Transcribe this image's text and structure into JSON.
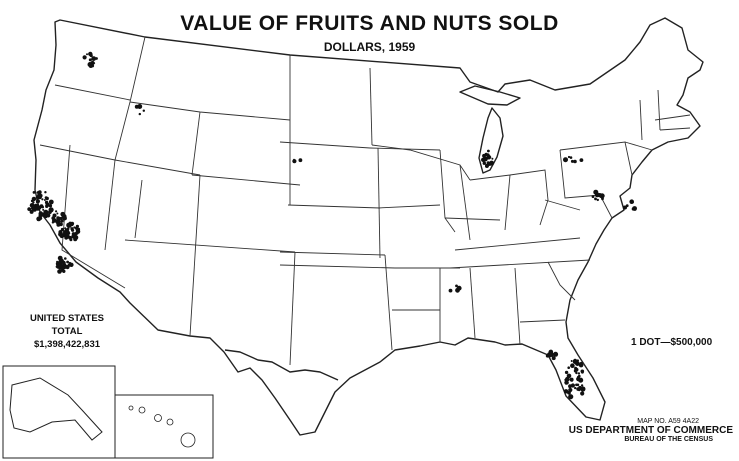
{
  "map": {
    "title": "VALUE OF FRUITS AND NUTS SOLD",
    "subtitle": "DOLLARS, 1959",
    "total": {
      "line1": "UNITED STATES",
      "line2": "TOTAL",
      "line3": "$1,398,422,831"
    },
    "legend": "1 DOT—$500,000",
    "map_number": "MAP NO. A59 4A22",
    "department": "US DEPARTMENT OF COMMERCE",
    "bureau": "BUREAU OF THE CENSUS",
    "colors": {
      "ink": "#111111",
      "paper": "#ffffff"
    }
  }
}
